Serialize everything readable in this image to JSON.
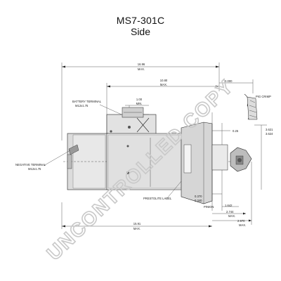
{
  "title": "MS7-301C",
  "subtitle": "Side",
  "watermark": "UNCONTROLLED COPY",
  "labels": {
    "overall_length": "16.96",
    "overall_length_sub": "MAX.",
    "mid_length": "10.80",
    "mid_length_sub": "MAX.",
    "top_right_dim": "2.000",
    "pig_crimp": "PIG CRIMP",
    "battery_terminal": "BATTERY TERMINAL",
    "battery_terminal_thread": "M12x1.75",
    "terminal_height": "1.00",
    "terminal_height_sub": "MIN.",
    "right_offset": "0.25",
    "flange_dia_a": "3.621",
    "flange_dia_b": "3.624",
    "negative_terminal": "NEGATIVE TERMINAL",
    "negative_terminal_thread": "M12x1.75",
    "prestolite_label": "PRESTOLITE LABEL",
    "pinion_dim_a": "0.370",
    "pinion_dim_b": "0.340",
    "pinion": "PINION",
    "dim_1642": "1.642",
    "dim_2744": "2.744",
    "dim_2744_sub": "MAX.",
    "dim_2970": "2.970",
    "dim_2970_sub": "MAX.",
    "bottom_length": "15.91",
    "bottom_length_sub": "MAX."
  }
}
